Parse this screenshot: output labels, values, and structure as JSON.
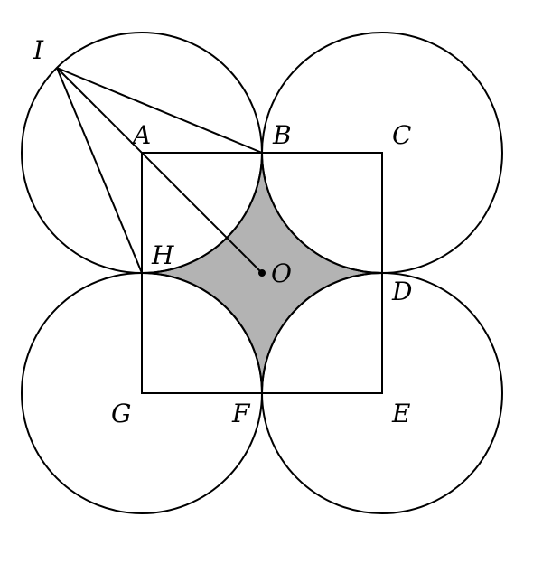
{
  "figure": {
    "labels": {
      "I": "I",
      "A": "A",
      "B": "B",
      "C": "C",
      "D": "D",
      "E": "E",
      "F": "F",
      "G": "G",
      "H": "H",
      "O": "O"
    },
    "colors": {
      "stroke": "#000000",
      "shaded_region": "#b3b3b3",
      "background": "#ffffff"
    }
  }
}
